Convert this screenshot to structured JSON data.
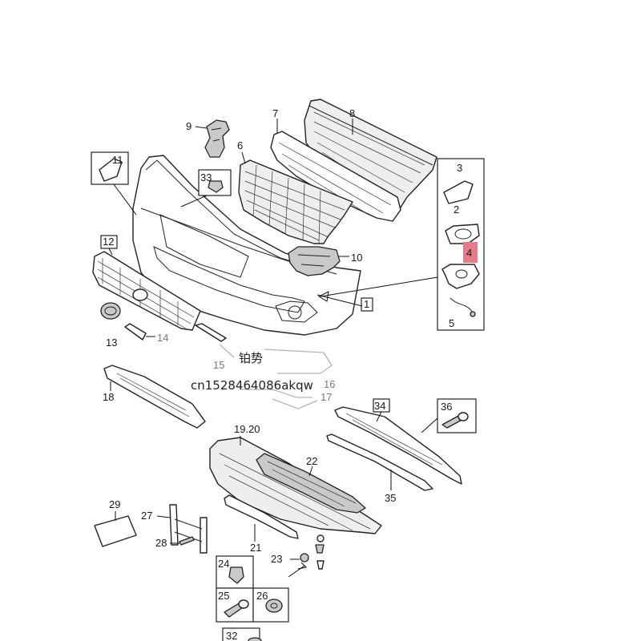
{
  "diagram": {
    "part_labels": {
      "p1": "1",
      "p2": "2",
      "p3": "3",
      "p4": "4",
      "p5": "5",
      "p6": "6",
      "p7": "7",
      "p8": "8",
      "p9": "9",
      "p10": "10",
      "p11": "11",
      "p12": "12",
      "p13": "13",
      "p14": "14",
      "p15": "15",
      "p16": "16",
      "p17": "17",
      "p18": "18",
      "p19_20": "19.20",
      "p21": "21",
      "p22": "22",
      "p23": "23",
      "p24": "24",
      "p25": "25",
      "p26": "26",
      "p27": "27",
      "p28": "28",
      "p29": "29",
      "p32": "32",
      "p33": "33",
      "p34": "34",
      "p35": "35",
      "p36": "36"
    },
    "watermark": {
      "brand": "铂势",
      "seller_id": "cn1528464086akqw"
    },
    "highlight_color": "#e57b86"
  }
}
